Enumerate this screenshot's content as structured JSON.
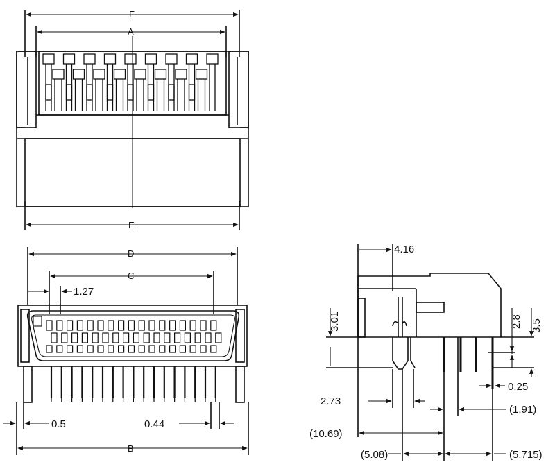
{
  "colors": {
    "ink": "#111111",
    "paper": "#ffffff",
    "pin": "#1a1a1a"
  },
  "top_view": {
    "label_f": "F",
    "label_a": "A",
    "label_e": "E",
    "contacts_top_row": 9,
    "contacts_bottom_row": 8
  },
  "front_view": {
    "label_d": "D",
    "label_c": "C",
    "label_b": "B",
    "pitch": "1.27",
    "dim_left": "0.5",
    "dim_right": "0.44",
    "pin_count": 17
  },
  "side_view": {
    "d_416": "4.16",
    "d_301": "3.01",
    "d_28": "2.8",
    "d_35": "3.5",
    "d_025": "0.25",
    "d_273": "2.73",
    "d_191": "(1.91)",
    "d_1069": "(10.69)",
    "d_508": "(5.08)",
    "d_5715": "(5.715)"
  }
}
